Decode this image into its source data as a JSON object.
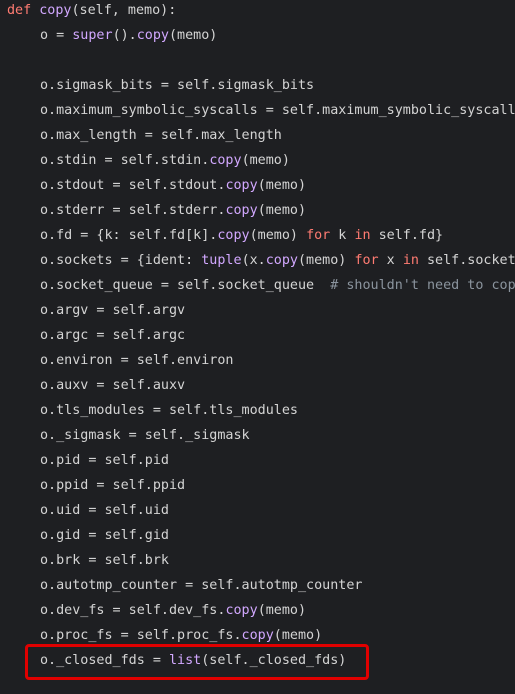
{
  "code": {
    "lines": [
      {
        "indent": 0,
        "tokens": [
          {
            "text": "def ",
            "type": "kw"
          },
          {
            "text": "copy",
            "type": "fn"
          },
          {
            "text": "(self, memo):",
            "type": "plain"
          }
        ]
      },
      {
        "indent": 1,
        "tokens": [
          {
            "text": "o = ",
            "type": "plain"
          },
          {
            "text": "super",
            "type": "fn"
          },
          {
            "text": "().",
            "type": "plain"
          },
          {
            "text": "copy",
            "type": "fn"
          },
          {
            "text": "(memo)",
            "type": "plain"
          }
        ]
      },
      {
        "indent": 0,
        "tokens": []
      },
      {
        "indent": 1,
        "tokens": [
          {
            "text": "o.sigmask_bits = self.sigmask_bits",
            "type": "plain"
          }
        ]
      },
      {
        "indent": 1,
        "tokens": [
          {
            "text": "o.maximum_symbolic_syscalls = self.maximum_symbolic_syscalls",
            "type": "plain"
          }
        ]
      },
      {
        "indent": 1,
        "tokens": [
          {
            "text": "o.max_length = self.max_length",
            "type": "plain"
          }
        ]
      },
      {
        "indent": 1,
        "tokens": [
          {
            "text": "o.stdin = self.stdin.",
            "type": "plain"
          },
          {
            "text": "copy",
            "type": "fn"
          },
          {
            "text": "(memo)",
            "type": "plain"
          }
        ]
      },
      {
        "indent": 1,
        "tokens": [
          {
            "text": "o.stdout = self.stdout.",
            "type": "plain"
          },
          {
            "text": "copy",
            "type": "fn"
          },
          {
            "text": "(memo)",
            "type": "plain"
          }
        ]
      },
      {
        "indent": 1,
        "tokens": [
          {
            "text": "o.stderr = self.stderr.",
            "type": "plain"
          },
          {
            "text": "copy",
            "type": "fn"
          },
          {
            "text": "(memo)",
            "type": "plain"
          }
        ]
      },
      {
        "indent": 1,
        "tokens": [
          {
            "text": "o.fd = {k: self.fd[k].",
            "type": "plain"
          },
          {
            "text": "copy",
            "type": "fn"
          },
          {
            "text": "(memo) ",
            "type": "plain"
          },
          {
            "text": "for",
            "type": "kw"
          },
          {
            "text": " k ",
            "type": "plain"
          },
          {
            "text": "in",
            "type": "kw"
          },
          {
            "text": " self.fd}",
            "type": "plain"
          }
        ]
      },
      {
        "indent": 1,
        "tokens": [
          {
            "text": "o.sockets = {ident: ",
            "type": "plain"
          },
          {
            "text": "tuple",
            "type": "fn"
          },
          {
            "text": "(x.",
            "type": "plain"
          },
          {
            "text": "copy",
            "type": "fn"
          },
          {
            "text": "(memo) ",
            "type": "plain"
          },
          {
            "text": "for",
            "type": "kw"
          },
          {
            "text": " x ",
            "type": "plain"
          },
          {
            "text": "in",
            "type": "kw"
          },
          {
            "text": " self.sockets[ident]) for ident in self.sockets}",
            "type": "plain"
          }
        ]
      },
      {
        "indent": 1,
        "tokens": [
          {
            "text": "o.socket_queue = self.socket_queue  ",
            "type": "plain"
          },
          {
            "text": "# shouldn't need to copy",
            "type": "comment"
          }
        ]
      },
      {
        "indent": 1,
        "tokens": [
          {
            "text": "o.argv = self.argv",
            "type": "plain"
          }
        ]
      },
      {
        "indent": 1,
        "tokens": [
          {
            "text": "o.argc = self.argc",
            "type": "plain"
          }
        ]
      },
      {
        "indent": 1,
        "tokens": [
          {
            "text": "o.environ = self.environ",
            "type": "plain"
          }
        ]
      },
      {
        "indent": 1,
        "tokens": [
          {
            "text": "o.auxv = self.auxv",
            "type": "plain"
          }
        ]
      },
      {
        "indent": 1,
        "tokens": [
          {
            "text": "o.tls_modules = self.tls_modules",
            "type": "plain"
          }
        ]
      },
      {
        "indent": 1,
        "tokens": [
          {
            "text": "o._sigmask = self._sigmask",
            "type": "plain"
          }
        ]
      },
      {
        "indent": 1,
        "tokens": [
          {
            "text": "o.pid = self.pid",
            "type": "plain"
          }
        ]
      },
      {
        "indent": 1,
        "tokens": [
          {
            "text": "o.ppid = self.ppid",
            "type": "plain"
          }
        ]
      },
      {
        "indent": 1,
        "tokens": [
          {
            "text": "o.uid = self.uid",
            "type": "plain"
          }
        ]
      },
      {
        "indent": 1,
        "tokens": [
          {
            "text": "o.gid = self.gid",
            "type": "plain"
          }
        ]
      },
      {
        "indent": 1,
        "tokens": [
          {
            "text": "o.brk = self.brk",
            "type": "plain"
          }
        ]
      },
      {
        "indent": 1,
        "tokens": [
          {
            "text": "o.autotmp_counter = self.autotmp_counter",
            "type": "plain"
          }
        ]
      },
      {
        "indent": 1,
        "tokens": [
          {
            "text": "o.dev_fs = self.dev_fs.",
            "type": "plain"
          },
          {
            "text": "copy",
            "type": "fn"
          },
          {
            "text": "(memo)",
            "type": "plain"
          }
        ]
      },
      {
        "indent": 1,
        "tokens": [
          {
            "text": "o.proc_fs = self.proc_fs.",
            "type": "plain"
          },
          {
            "text": "copy",
            "type": "fn"
          },
          {
            "text": "(memo)",
            "type": "plain"
          }
        ]
      },
      {
        "indent": 1,
        "tokens": [
          {
            "text": "o._closed_fds = ",
            "type": "plain"
          },
          {
            "text": "list",
            "type": "fn"
          },
          {
            "text": "(self._closed_fds)",
            "type": "plain"
          }
        ]
      }
    ]
  },
  "colors": {
    "background": "#1e1f22",
    "keyword": "#ff7b72",
    "function": "#d2a8ff",
    "text": "#d4d4d4",
    "comment": "#8b949e",
    "highlight_border": "#e00000"
  }
}
